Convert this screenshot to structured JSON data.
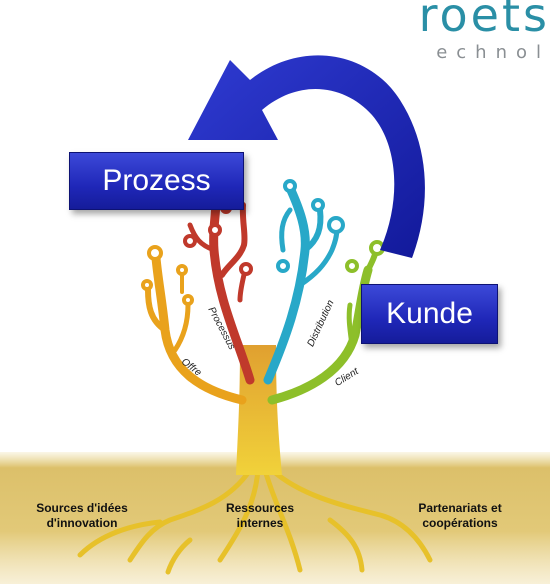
{
  "logo": {
    "text_partial": "roets",
    "subtext_partial": "echnol"
  },
  "boxes": {
    "prozess": "Prozess",
    "kunde": "Kunde"
  },
  "branches": {
    "offre": "Offre",
    "processus": "Processus",
    "distribution": "Distribution",
    "client": "Client"
  },
  "ground": {
    "sources_line1": "Sources d'idées",
    "sources_line2": "d'innovation",
    "ressources_line1": "Ressources",
    "ressources_line2": "internes",
    "partenariats_line1": "Partenariats et",
    "partenariats_line2": "coopérations"
  },
  "colors": {
    "box": "#1f27b8",
    "arrow": "#1a22a8",
    "offre": "#e9a21c",
    "processus": "#c0392b",
    "distribution": "#28a8c8",
    "client": "#8dbf2a",
    "trunk": "#e6c232",
    "ground": "#d9b94a"
  }
}
